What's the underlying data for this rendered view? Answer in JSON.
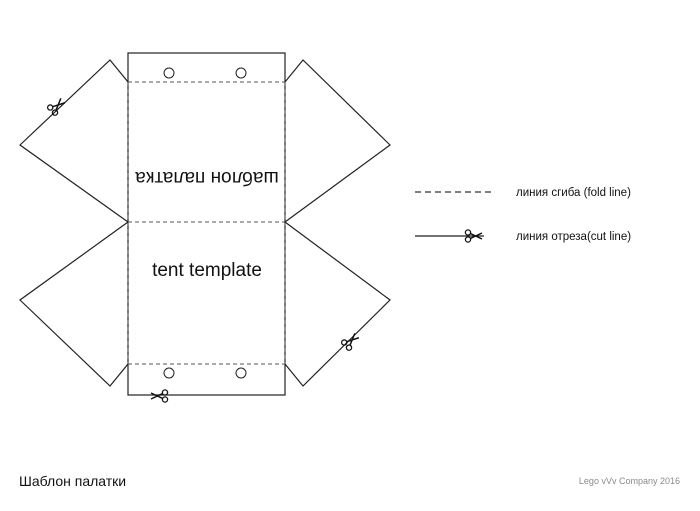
{
  "diagram": {
    "template_label": "tent template",
    "template_label_mirrored": "шаблон палатка",
    "legend": {
      "fold_line_label": "линия сгиба (fold line)",
      "cut_line_label": "линия отреза(cut line)"
    },
    "icons": {
      "scissors": "scissors-icon",
      "peg_hole": "circle-hole-icon"
    },
    "colors": {
      "line": "#222222",
      "background": "#ffffff"
    }
  },
  "footer": {
    "caption": "Шаблон палатки",
    "copyright": "Lego vVv Company 2016"
  }
}
